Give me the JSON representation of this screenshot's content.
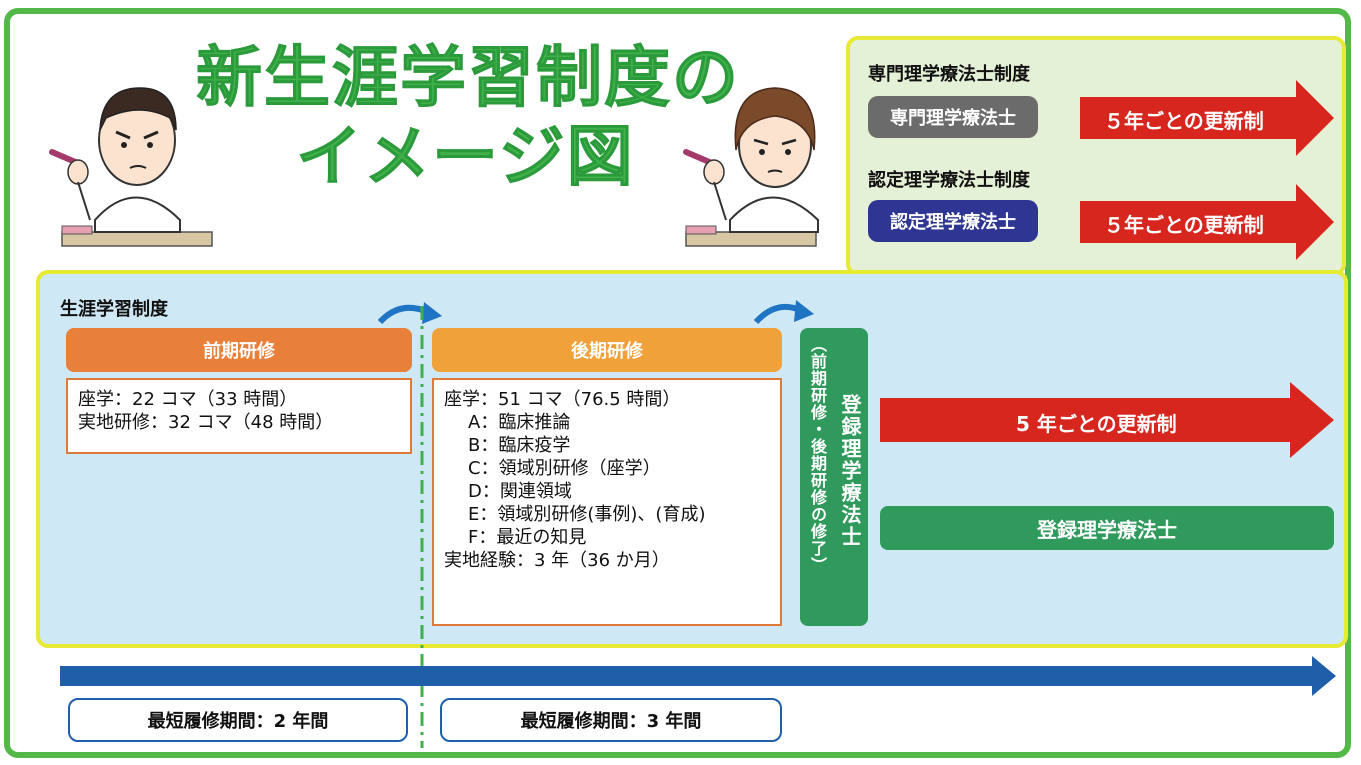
{
  "title": {
    "line1": "新生涯学習制度の",
    "line2": "イメージ図"
  },
  "specialist": {
    "heading": "専門理学療法士制度",
    "badge": "専門理学療法士",
    "arrow": "５年ごとの更新制"
  },
  "certified": {
    "heading": "認定理学療法士制度",
    "badge": "認定理学療法士",
    "arrow": "５年ごとの更新制"
  },
  "lifelong": {
    "heading": "生涯学習制度",
    "early": {
      "header": "前期研修",
      "lines": [
        "座学：22 コマ（33 時間）",
        "実地研修：32 コマ（48 時間）"
      ]
    },
    "late": {
      "header": "後期研修",
      "line0": "座学：51 コマ（76.5 時間）",
      "items": [
        "A：臨床推論",
        "B：臨床疫学",
        "C：領域別研修（座学）",
        "D：関連領域",
        "E：領域別研修(事例)、(育成)",
        "F：最近の知見"
      ],
      "line_last": "実地経験：3 年（36 か月）"
    },
    "registered_main": "登録理学療法士",
    "registered_sub": "（前期研修・後期研修の修了）",
    "renewal_arrow": "5 年ごとの更新制",
    "registered_bar": "登録理学療法士"
  },
  "durations": [
    "最短履修期間：2 年間",
    "最短履修期間：3 年間"
  ],
  "colors": {
    "frame": "#52b848",
    "title": "#3fb04a",
    "panel_border": "#e6ea32",
    "specialist_badge": "#6b6b6b",
    "certified_badge": "#2e3592",
    "renew_arrow": "#d7261e",
    "early": "#e8803a",
    "late": "#f0a13a",
    "registered": "#2f9a5c",
    "timeline": "#1f5ea8",
    "dashed": "#3fb04a"
  }
}
